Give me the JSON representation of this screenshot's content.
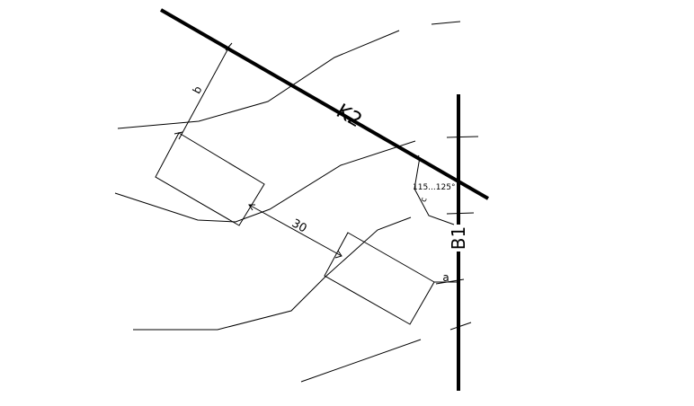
{
  "labels": {
    "road_k2": "K2",
    "road_b1": "B1",
    "dim_b": "b",
    "dim_a": "a",
    "dim_30": "30",
    "angle": "115...125°",
    "small_mark": "c"
  },
  "colors": {
    "stroke": "#000000",
    "background": "#ffffff"
  }
}
